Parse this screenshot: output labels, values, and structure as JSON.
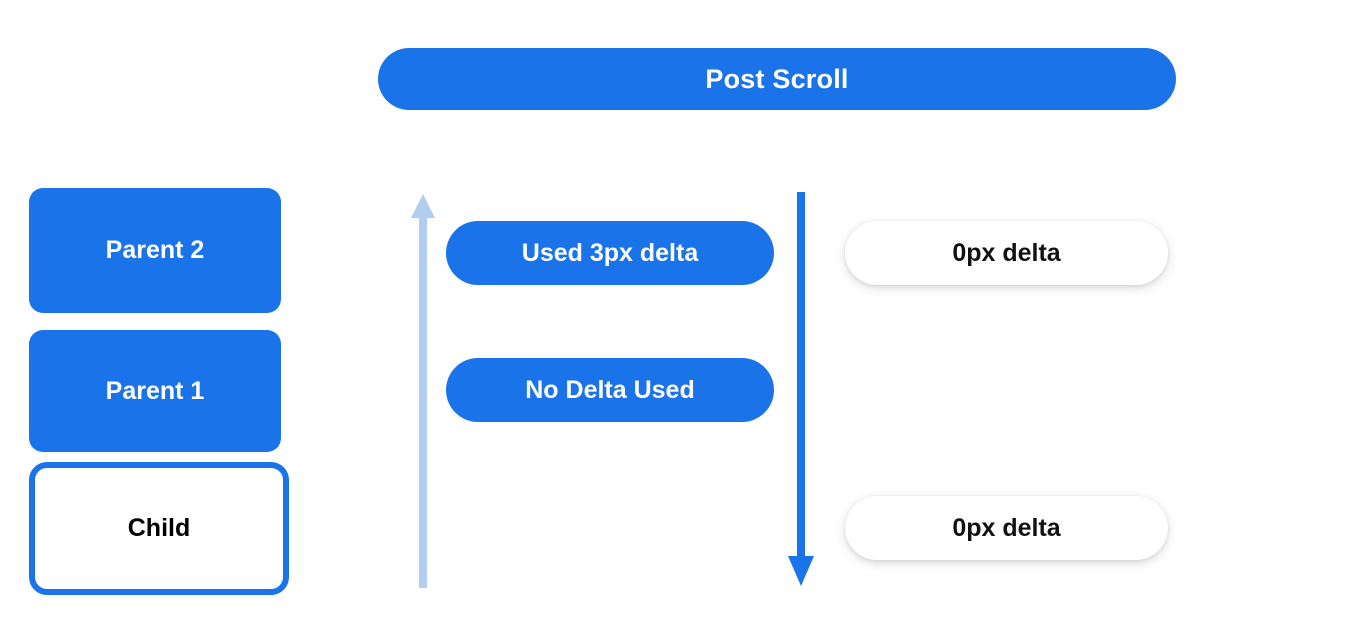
{
  "header": {
    "title": "Post Scroll"
  },
  "colors": {
    "primary_blue": "#1a73e8",
    "light_blue_arrow": "#b3cdf0",
    "white": "#ffffff",
    "text_dark": "#111111"
  },
  "left_stack": {
    "items": [
      {
        "label": "Parent 2",
        "style": "filled"
      },
      {
        "label": "Parent 1",
        "style": "filled"
      },
      {
        "label": "Child",
        "style": "outlined"
      }
    ]
  },
  "arrows": [
    {
      "name": "scroll-propagation-up-arrow",
      "direction": "up",
      "color": "#b3cdf0"
    },
    {
      "name": "scroll-propagation-down-arrow",
      "direction": "down",
      "color": "#1a73e8"
    }
  ],
  "center_pills": [
    {
      "label": "Used 3px delta"
    },
    {
      "label": "No Delta Used"
    }
  ],
  "right_pills": [
    {
      "label": "0px delta"
    },
    {
      "label": "0px delta"
    }
  ]
}
